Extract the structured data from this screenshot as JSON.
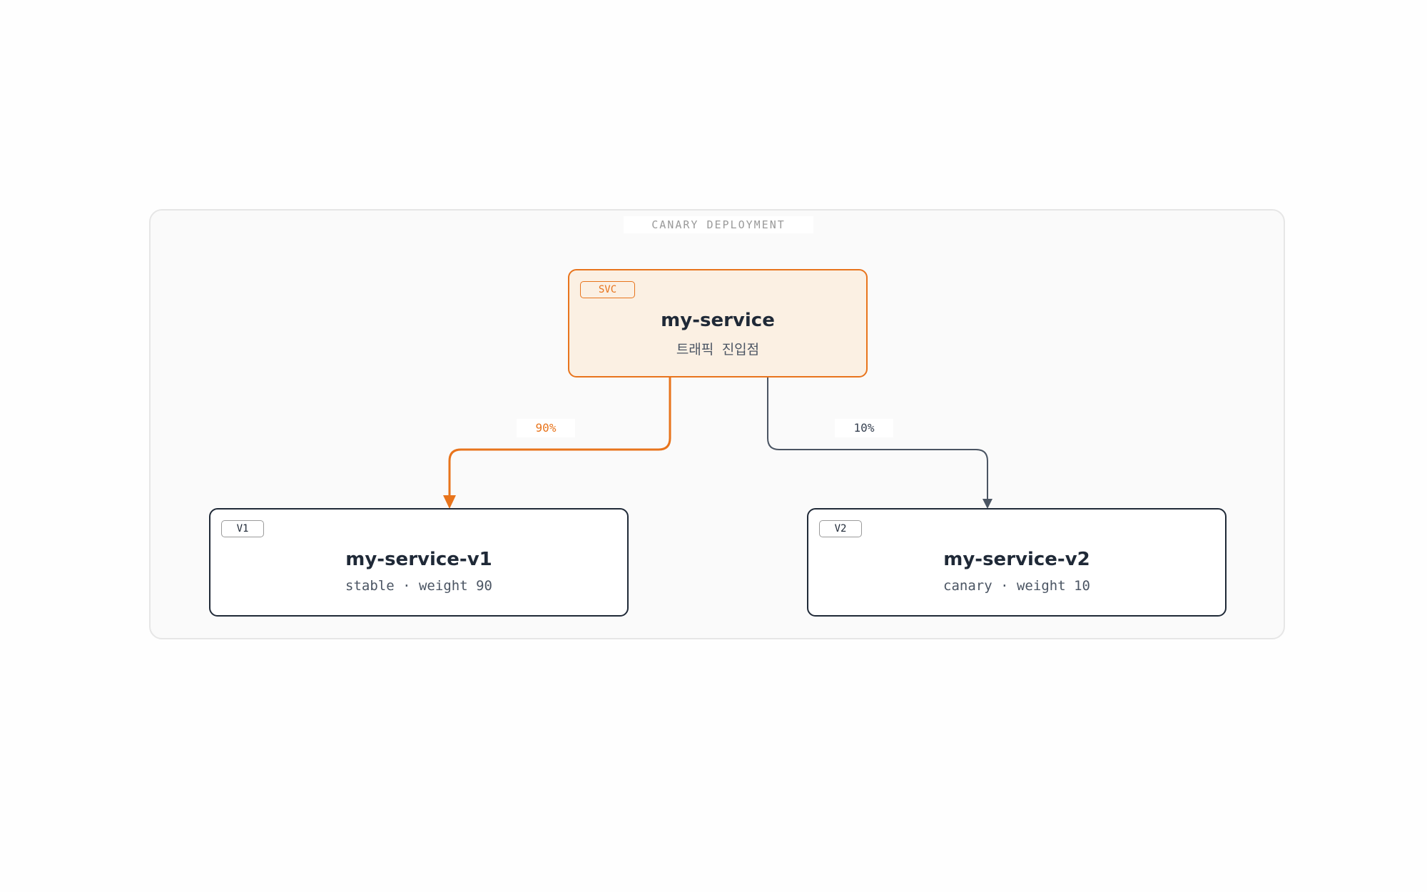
{
  "group": {
    "title": "CANARY DEPLOYMENT"
  },
  "nodes": {
    "service": {
      "tag": "SVC",
      "title": "my-service",
      "subtitle": "트래픽 진입점"
    },
    "v1": {
      "tag": "V1",
      "title": "my-service-v1",
      "subtitle": "stable · weight 90"
    },
    "v2": {
      "tag": "V2",
      "title": "my-service-v2",
      "subtitle": "canary · weight 10"
    }
  },
  "edges": {
    "to_v1": {
      "label": "90%",
      "color": "#e8741c"
    },
    "to_v2": {
      "label": "10%",
      "color": "#4b5563"
    }
  },
  "colors": {
    "accent": "#e8741c",
    "accent_fill": "#fbf0e3",
    "border_dark": "#1f2937",
    "group_bg": "#fafafa"
  }
}
